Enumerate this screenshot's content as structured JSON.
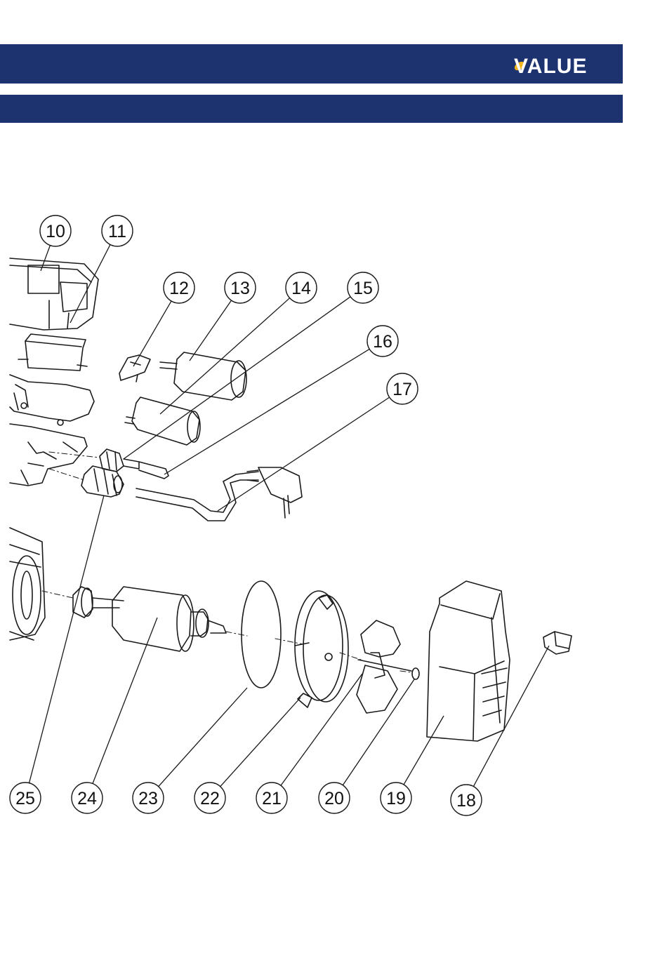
{
  "brand": {
    "name": "VALUE",
    "logo_accent_color": "#f2b51c",
    "band_color": "#1c3370"
  },
  "diagram": {
    "type": "exploded parts view",
    "callouts": [
      "10",
      "11",
      "12",
      "13",
      "14",
      "15",
      "16",
      "17",
      "18",
      "19",
      "20",
      "21",
      "22",
      "23",
      "24",
      "25"
    ]
  }
}
